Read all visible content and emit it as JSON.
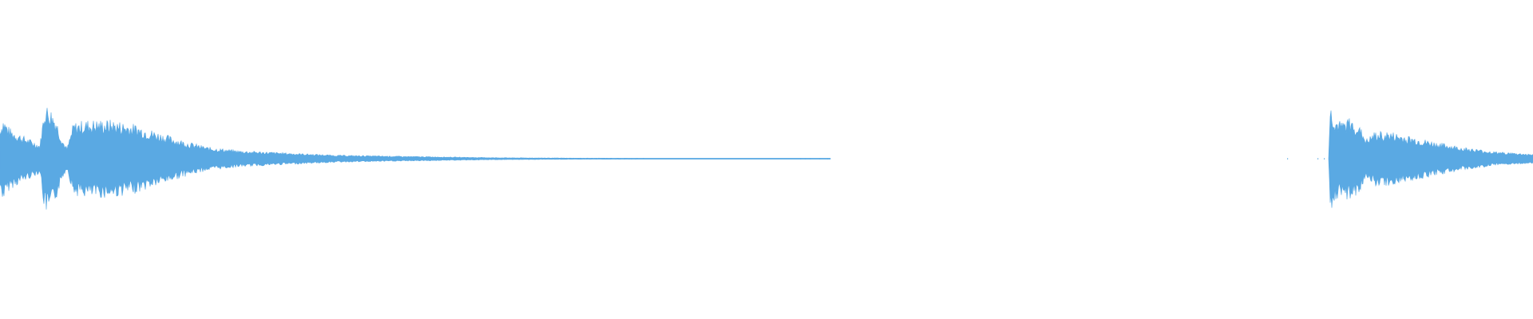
{
  "waveform": {
    "color": "#5aa9e3",
    "background": "#ffffff",
    "style": "mirrored-amplitude",
    "total_seconds": 1920,
    "clips": [
      {
        "name": "first-sound",
        "start": 0,
        "end": 1040,
        "envelope": [
          [
            0,
            0.36
          ],
          [
            4,
            0.46
          ],
          [
            12,
            0.34
          ],
          [
            30,
            0.25
          ],
          [
            50,
            0.16
          ],
          [
            56,
            0.6
          ],
          [
            62,
            0.58
          ],
          [
            70,
            0.46
          ],
          [
            78,
            0.22
          ],
          [
            84,
            0.12
          ],
          [
            92,
            0.4
          ],
          [
            110,
            0.43
          ],
          [
            140,
            0.43
          ],
          [
            170,
            0.38
          ],
          [
            200,
            0.29
          ],
          [
            230,
            0.2
          ],
          [
            260,
            0.13
          ],
          [
            300,
            0.09
          ],
          [
            360,
            0.065
          ],
          [
            420,
            0.04
          ],
          [
            500,
            0.028
          ],
          [
            560,
            0.02
          ],
          [
            620,
            0.012
          ],
          [
            720,
            0.007
          ],
          [
            860,
            0.005
          ],
          [
            990,
            0.004
          ],
          [
            1040,
            0.0
          ]
        ]
      },
      {
        "name": "second-sound",
        "start": 1664,
        "end": 1920,
        "envelope": [
          [
            1664,
            0.0
          ],
          [
            1666,
            0.6
          ],
          [
            1672,
            0.46
          ],
          [
            1680,
            0.4
          ],
          [
            1688,
            0.46
          ],
          [
            1700,
            0.4
          ],
          [
            1712,
            0.22
          ],
          [
            1722,
            0.3
          ],
          [
            1740,
            0.3
          ],
          [
            1760,
            0.26
          ],
          [
            1790,
            0.2
          ],
          [
            1830,
            0.13
          ],
          [
            1870,
            0.08
          ],
          [
            1920,
            0.05
          ]
        ]
      }
    ],
    "specks": [
      1002,
      1008,
      1014,
      1026,
      1036,
      1612,
      1650,
      1658
    ]
  }
}
